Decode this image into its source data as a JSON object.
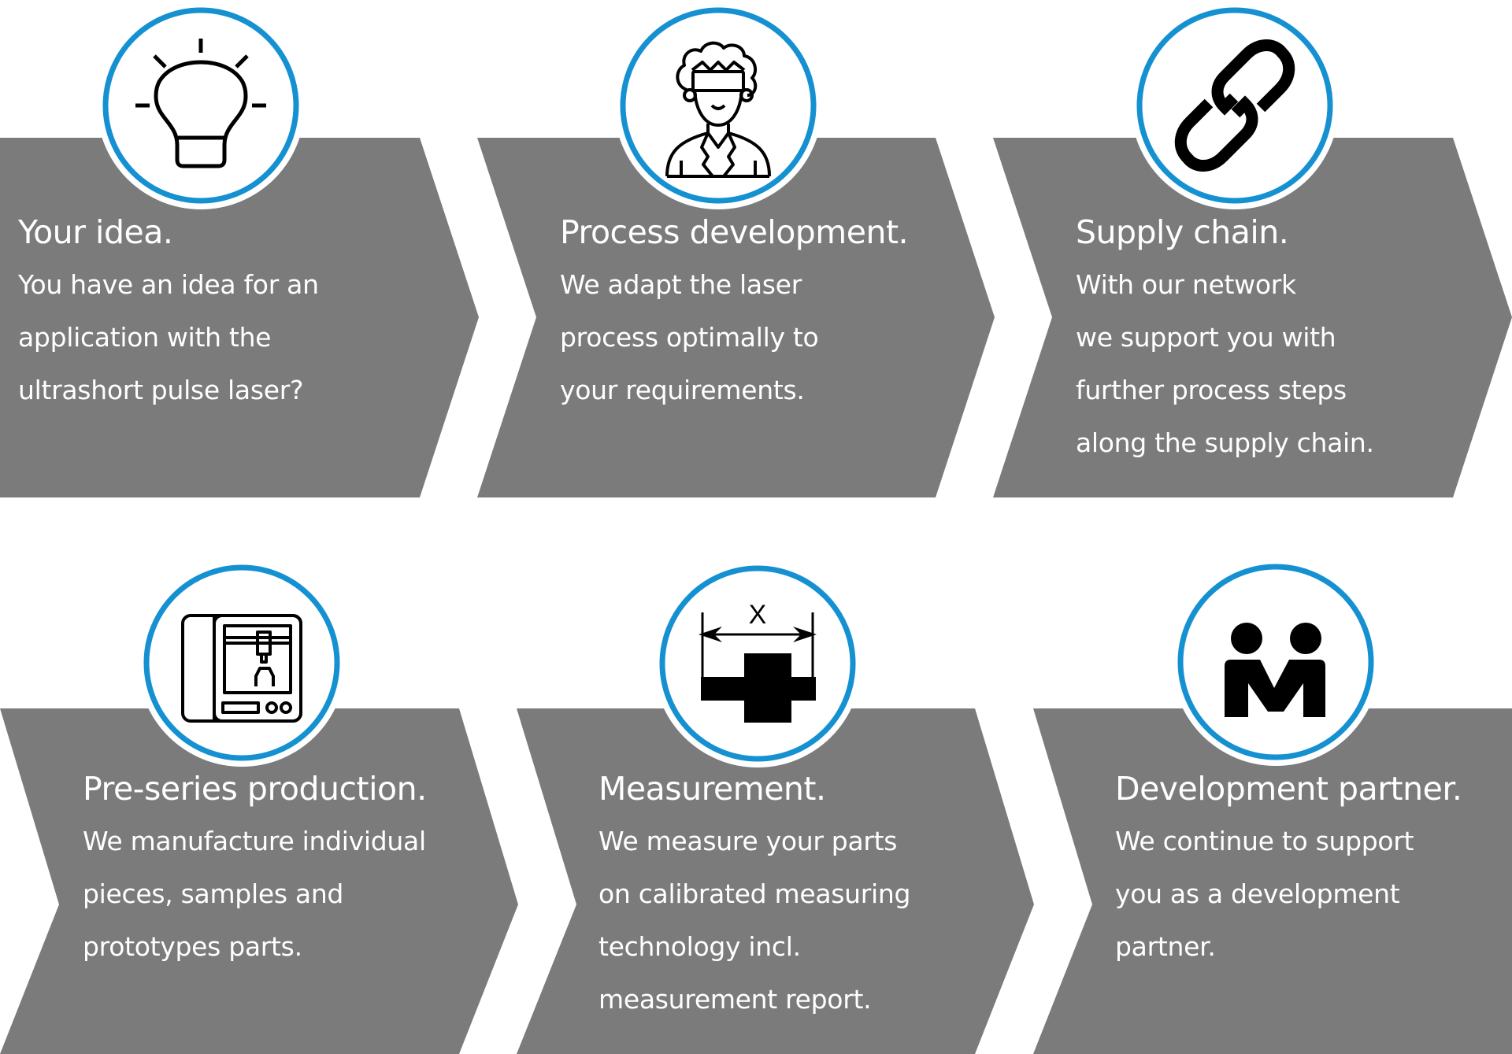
{
  "colors": {
    "chevron_fill": "#7b7b7b",
    "ring": "#1591d2",
    "circle_fill": "#ffffff",
    "icon": "#000000",
    "text": "#ffffff",
    "background": "#ffffff"
  },
  "steps": [
    {
      "title": "Your idea.",
      "body": [
        "You have an idea for an",
        "application with the",
        "ultrashort pulse laser?"
      ],
      "icon": "lightbulb-icon"
    },
    {
      "title": "Process development.",
      "body": [
        "We adapt the laser",
        "process optimally to",
        "your requirements."
      ],
      "icon": "scientist-icon"
    },
    {
      "title": "Supply chain.",
      "body": [
        "With our network",
        "we support you with",
        "further process steps",
        "along the supply chain."
      ],
      "icon": "chain-link-icon"
    },
    {
      "title": "Pre-series production.",
      "body": [
        "We manufacture individual",
        "pieces, samples and",
        "prototypes parts."
      ],
      "icon": "3d-printer-icon"
    },
    {
      "title": "Measurement.",
      "body": [
        "We measure your parts",
        "on calibrated measuring",
        "technology incl.",
        "measurement report."
      ],
      "icon": "measurement-icon",
      "icon_label": "X"
    },
    {
      "title": "Development partner.",
      "body": [
        "We continue to support",
        "you as a development",
        "partner."
      ],
      "icon": "handshake-partners-icon"
    }
  ]
}
